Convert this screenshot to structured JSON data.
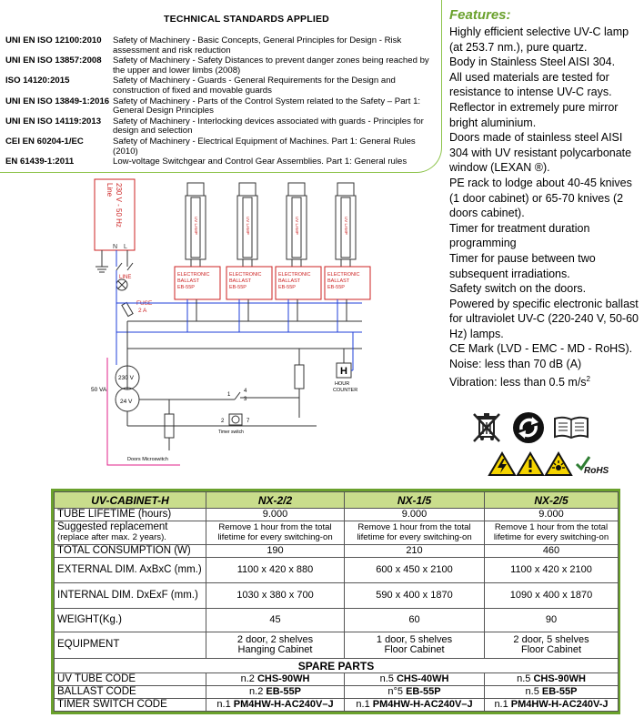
{
  "standards": {
    "title": "TECHNICAL STANDARDS APPLIED",
    "items": [
      {
        "code": "UNI EN ISO 12100:2010",
        "desc": "Safety of Machinery - Basic Concepts, General Principles for Design - Risk assessment and risk reduction"
      },
      {
        "code": "UNI EN ISO 13857:2008",
        "desc": "Safety of Machinery - Safety Distances to prevent danger zones being reached by the upper and lower limbs (2008)"
      },
      {
        "code": "ISO 14120:2015",
        "desc": "Safety of Machinery - Guards - General Requirements for the Design and construction of fixed and movable guards"
      },
      {
        "code": "UNI EN ISO 13849-1:2016",
        "desc": "Safety of Machinery - Parts of the Control System related to the Safety – Part 1: General Design Principles"
      },
      {
        "code": "UNI EN ISO 14119:2013",
        "desc": "Safety of Machinery - Interlocking devices associated with guards - Principles for design and selection"
      },
      {
        "code": "CEI EN 60204-1/EC",
        "desc": "Safety of Machinery - Electrical Equipment of Machines. Part 1: General Rules (2010)"
      },
      {
        "code": "EN 61439-1:2011",
        "desc": "Low-voltage Switchgear and Control Gear Assemblies. Part 1: General rules"
      }
    ]
  },
  "features": {
    "title": "Features:",
    "items": [
      "Highly efficient selective UV-C lamp (at 253.7 nm.), pure quartz.",
      "Body in Stainless Steel AISI 304.",
      "All used materials are tested for resistance to intense UV-C rays.",
      "Reflector in extremely pure mirror bright aluminium.",
      "Doors made of stainless steel AISI 304 with UV resistant polycarbonate window (LEXAN ®).",
      "PE rack to lodge about 40-45 knives (1 door cabinet) or 65-70 knives (2 doors cabinet).",
      "Timer for treatment duration programming",
      "Timer for pause between two subsequent irradiations.",
      "Safety switch on the doors.",
      "Powered by specific electronic ballast for ultraviolet UV-C (220-240 V, 50-60 Hz) lamps.",
      "CE Mark (LVD - EMC - MD - RoHS).",
      "Noise: less than 70 dB (A)"
    ],
    "vibration": "Vibration: less than 0.5 m/s",
    "vibration_sup": "2"
  },
  "icons": [
    "weee-bin-icon",
    "recycle-icon",
    "manual-book-icon",
    "high-voltage-warning-icon",
    "general-warning-icon",
    "uv-radiation-warning-icon",
    "rohs-badge-icon"
  ],
  "rohs_text": "RoHS",
  "diagram": {
    "line_label": "Line\n230 V - 50 Hz",
    "terminals": [
      "N",
      "L"
    ],
    "line_lamp": "LINE",
    "fuse": "FUSE\n2 A",
    "transformer_top": "230 V",
    "transformer_bottom": "24 V",
    "transformer_rating": "50 VA",
    "lamp_label": "UV LAMP",
    "ballast": "ELECTRONIC\nBALLAST\nEB-55P",
    "hour_counter_symbol": "H",
    "hour_counter_label": "HOUR\nCOUNTER",
    "timer_label": "Timer switch",
    "door_label": "Doors Microswitch",
    "contact_numbers": [
      "1",
      "4",
      "3",
      "2",
      "7"
    ]
  },
  "table": {
    "header": [
      "UV-CABINET-H",
      "NX-2/2",
      "NX-1/5",
      "NX-2/5"
    ],
    "rows": [
      {
        "label": "TUBE LIFETIME (hours)",
        "values": [
          "9.000",
          "9.000",
          "9.000"
        ]
      },
      {
        "label": "Suggested replacement",
        "sub": "(replace after max. 2 years).",
        "values": [
          "Remove 1 hour from the total lifetime for every switching-on",
          "Remove 1 hour from the total lifetime for every switching-on",
          "Remove 1 hour from the total lifetime for every switching-on"
        ]
      },
      {
        "label": "TOTAL CONSUMPTION (W)",
        "values": [
          "190",
          "210",
          "460"
        ]
      },
      {
        "label": "EXTERNAL DIM. AxBxC (mm.)",
        "values": [
          "1100 x 420 x 880",
          "600 x 450 x 2100",
          "1100 x 420 x 2100"
        ]
      },
      {
        "label": "INTERNAL DIM. DxExF (mm.)",
        "values": [
          "1030 x 380 x 700",
          "590 x 400 x 1870",
          "1090 x 400 x 1870"
        ]
      },
      {
        "label": "WEIGHT(Kg.)",
        "values": [
          "45",
          "60",
          "90"
        ]
      },
      {
        "label": "EQUIPMENT",
        "values": [
          "2 door, 2 shelves\nHanging Cabinet",
          "1 door, 5 shelves\nFloor Cabinet",
          "2 door, 5 shelves\nFloor Cabinet"
        ]
      }
    ],
    "spare_title": "SPARE PARTS",
    "spare_rows": [
      {
        "label": "UV TUBE CODE",
        "values": [
          [
            "n.2 ",
            "CHS-90WH"
          ],
          [
            "n.5 ",
            "CHS-40WH"
          ],
          [
            "n.5 ",
            "CHS-90WH"
          ]
        ]
      },
      {
        "label": "BALLAST CODE",
        "values": [
          [
            "n.2 ",
            "EB-55P"
          ],
          [
            "n°5 ",
            "EB-55P"
          ],
          [
            "n.5 ",
            "EB-55P"
          ]
        ]
      },
      {
        "label": "TIMER SWITCH CODE",
        "values": [
          [
            "n.1 ",
            "PM4HW-H-AC240V–J"
          ],
          [
            "n.1 ",
            "PM4HW-H-AC240V–J"
          ],
          [
            "n.1 ",
            "PM4HW-H-AC240V-J"
          ]
        ]
      }
    ]
  },
  "colors": {
    "accent_green": "#6aa12c",
    "header_green": "#c9dd8c",
    "wire_blue": "#1f3fd8",
    "wire_red": "#e0208a",
    "ballast_red": "#cc2222"
  }
}
